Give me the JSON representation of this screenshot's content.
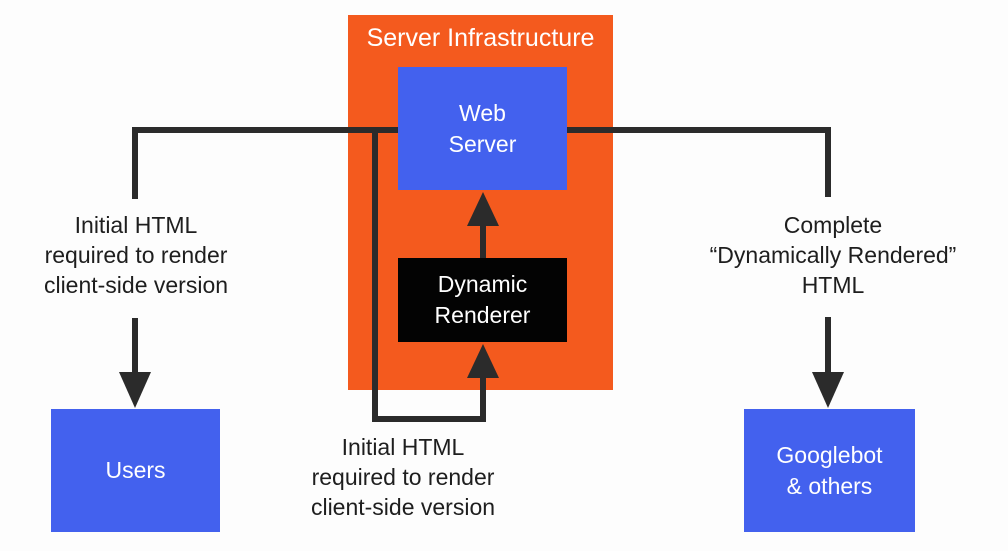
{
  "title": "Server Infrastructure",
  "colors": {
    "container_orange": "#F45A1E",
    "node_blue": "#4361EE",
    "node_black": "#030303",
    "connector": "#2B2B2B",
    "label_text": "#1E1E1E",
    "node_text": "#FFFFFF"
  },
  "nodes": {
    "web_server": {
      "label": "Web\nServer"
    },
    "dynamic_renderer": {
      "label": "Dynamic\nRenderer"
    },
    "users": {
      "label": "Users"
    },
    "googlebot": {
      "label": "Googlebot\n& others"
    }
  },
  "labels": {
    "left": "Initial HTML\nrequired to render\nclient-side version",
    "right": "Complete\n“Dynamically Rendered”\nHTML",
    "bottom": "Initial HTML\nrequired to render\nclient-side version"
  }
}
